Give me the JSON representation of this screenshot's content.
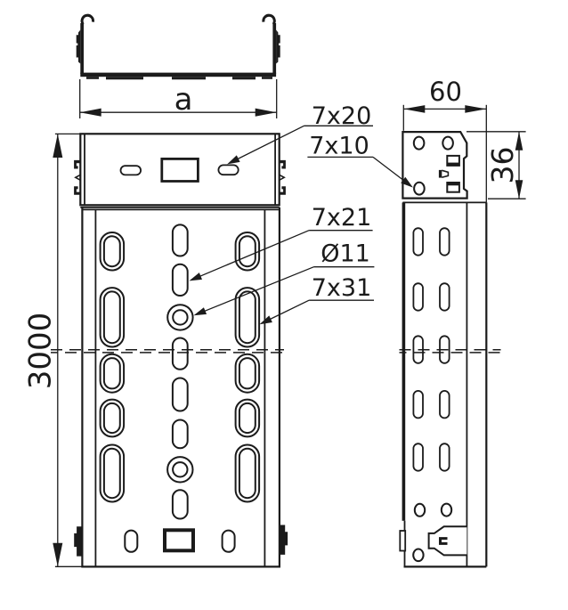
{
  "drawing": {
    "type": "technical-drawing",
    "subject": "perforated cable tray with three orthographic views",
    "colors": {
      "background": "#ffffff",
      "line": "#1b1b1b"
    },
    "views": {
      "profile": {
        "name": "cross-section view (top)"
      },
      "front": {
        "name": "front view with perforation pattern"
      },
      "side": {
        "name": "side view with coupler plate"
      }
    },
    "dimensions": {
      "width": {
        "label": "a"
      },
      "length": {
        "label": "3000"
      },
      "side_width": {
        "label": "60"
      },
      "side_height": {
        "label": "36"
      }
    },
    "callouts": [
      {
        "label": "7x20"
      },
      {
        "label": "7x10"
      },
      {
        "label": "7x21"
      },
      {
        "label": "Ø11"
      },
      {
        "label": "7x31"
      }
    ]
  }
}
